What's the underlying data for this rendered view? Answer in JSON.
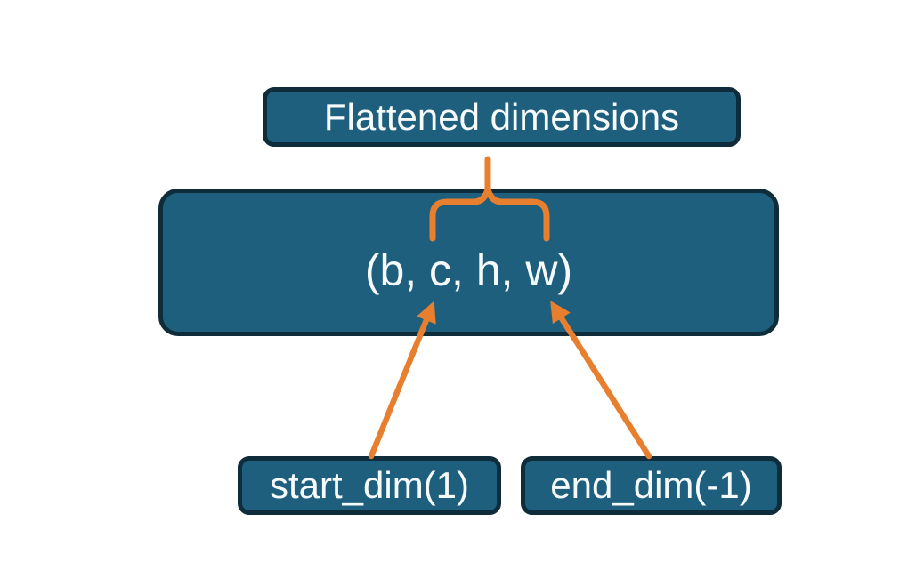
{
  "diagram": {
    "title_box": {
      "label": "Flattened dimensions"
    },
    "tensor_box": {
      "label": "(b, c, h, w)"
    },
    "param_boxes": [
      {
        "label": "start_dim(1)"
      },
      {
        "label": "end_dim(-1)"
      }
    ],
    "connectors": [
      {
        "name": "brace-flattened-span",
        "type": "curly-brace",
        "spans": "c to w"
      },
      {
        "name": "arrow-start-dim",
        "type": "arrow",
        "from": "start_dim(1)",
        "points_to": "c"
      },
      {
        "name": "arrow-end-dim",
        "type": "arrow",
        "from": "end_dim(-1)",
        "points_to": "w"
      }
    ]
  },
  "theme": {
    "background": "#ffffff",
    "node_fill": "#1f5f7e",
    "node_border": "#0e2c39",
    "text_color": "#f7fafa",
    "connector_color": "#e87f2f"
  }
}
